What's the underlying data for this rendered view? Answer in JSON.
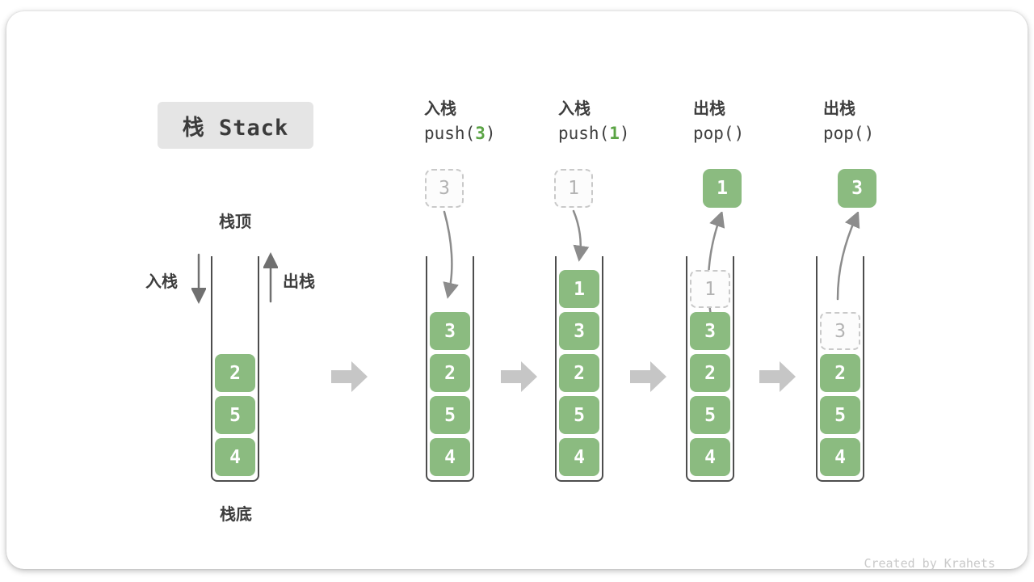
{
  "title": "栈 Stack",
  "footer": "Created by Krahets",
  "diagram": {
    "stack_top_label": "栈顶",
    "stack_bottom_label": "栈底",
    "push_side_label": "入栈",
    "pop_side_label": "出栈"
  },
  "colors": {
    "cell_green": "#8bbb80",
    "code_arg_green": "#5ba445",
    "stage_arrow_gray": "#c6c6c6",
    "curve_arrow_gray": "#8c8c8c",
    "title_box_bg": "#e5e5e5",
    "dark_text": "#3d3d3d",
    "ghost_gray": "#b3b3b3"
  },
  "stages": [
    {
      "cells": [
        "2",
        "5",
        "4"
      ]
    },
    {
      "label_cn": "入栈",
      "code_pre": "push(",
      "code_arg": "3",
      "code_post": ")",
      "float_value": "3",
      "float_style": "dashed",
      "cells": [
        "3",
        "2",
        "5",
        "4"
      ]
    },
    {
      "label_cn": "入栈",
      "code_pre": "push(",
      "code_arg": "1",
      "code_post": ")",
      "float_value": "1",
      "float_style": "dashed",
      "cells": [
        "1",
        "3",
        "2",
        "5",
        "4"
      ]
    },
    {
      "label_cn": "出栈",
      "code_pre": "pop(",
      "code_arg": "",
      "code_post": ")",
      "float_value": "1",
      "float_style": "solid",
      "ghost_value": "1",
      "cells": [
        "3",
        "2",
        "5",
        "4"
      ]
    },
    {
      "label_cn": "出栈",
      "code_pre": "pop(",
      "code_arg": "",
      "code_post": ")",
      "float_value": "3",
      "float_style": "solid",
      "ghost_value": "3",
      "cells": [
        "2",
        "5",
        "4"
      ]
    }
  ]
}
